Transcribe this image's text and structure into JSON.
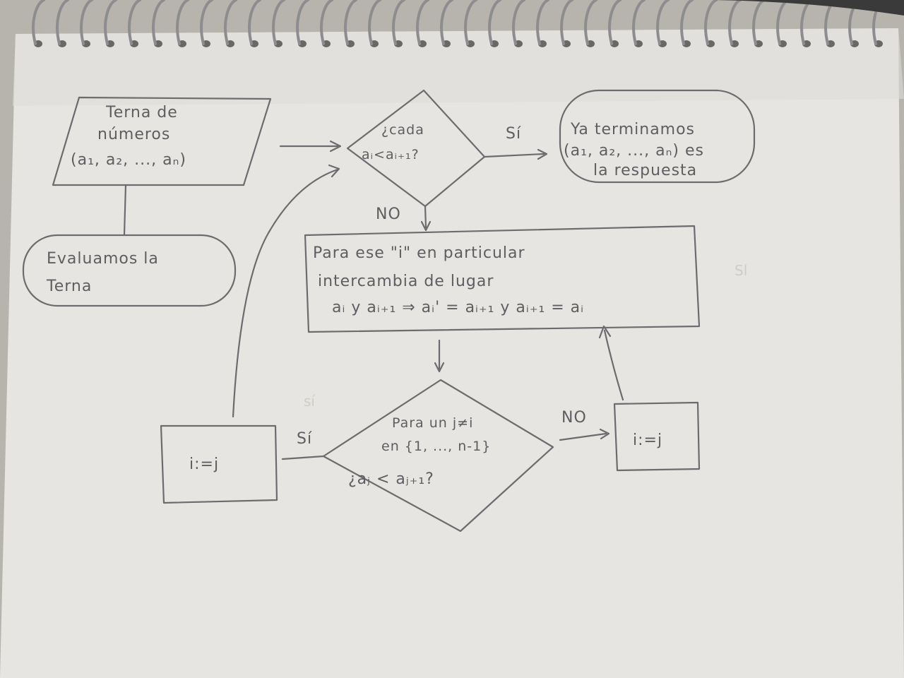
{
  "nodes": {
    "input": {
      "line1": "Terna de",
      "line2": "números",
      "line3": "(a₁, a₂, ..., aₙ)"
    },
    "evaluate": {
      "line1": "Evaluamos la",
      "line2": "Terna"
    },
    "check_all": {
      "line1": "¿cada",
      "line2": "aᵢ<aᵢ₊₁?"
    },
    "done": {
      "line1": "Ya terminamos",
      "line2": "(a₁, a₂, ..., aₙ) es",
      "line3": "la respuesta"
    },
    "swap": {
      "line1": "Para ese \"i\" en particular",
      "line2": "intercambia de lugar",
      "line3": "aᵢ y aᵢ₊₁ ⇒ aᵢ' = aᵢ₊₁  y aᵢ₊₁ = aᵢ"
    },
    "check_j": {
      "line1": "Para un j≠i",
      "line2": "en {1, ..., n-1}",
      "line3": "¿aⱼ < aⱼ₊₁?"
    },
    "assign_left": {
      "label": "i:=j"
    },
    "assign_right": {
      "label": "i:=j"
    }
  },
  "edge_labels": {
    "yes_top": "Sí",
    "no_top": "NO",
    "yes_bottom": "Sí",
    "no_bottom": "NO"
  }
}
